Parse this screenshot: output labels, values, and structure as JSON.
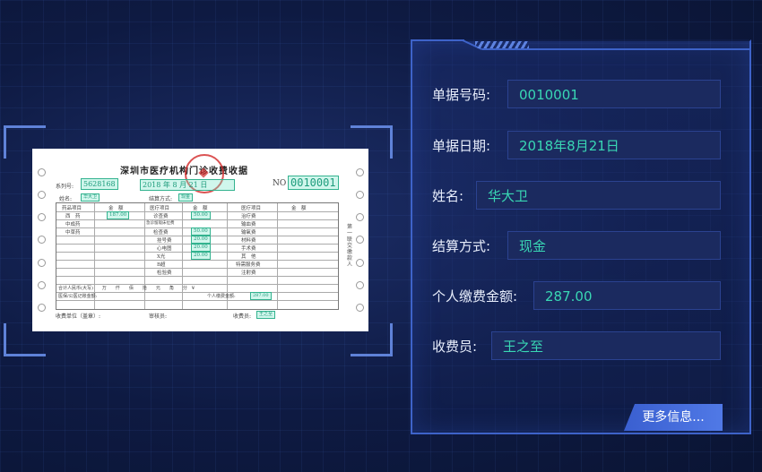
{
  "receipt": {
    "title": "深圳市医疗机构门诊收费收据",
    "serial_label": "系列号:",
    "serial_value": "5628168",
    "date_value": "2018 年 8 月 21 日",
    "no_label": "NO",
    "no_value": "0010001",
    "name_label": "姓名:",
    "name_value": "华大卫",
    "settle_label": "结算方式:",
    "settle_value": "现金",
    "headers": [
      "药品项目",
      "金　额",
      "医疗项目",
      "金　额",
      "医疗项目",
      "金　额"
    ],
    "col1_items": [
      "西　药",
      "中成药",
      "中草药"
    ],
    "col1_value": "187.00",
    "col3_items": [
      "诊查费",
      "急诊留观床位费",
      "检查费",
      "挂号费",
      "心电图",
      "X光",
      "B超",
      "检验费"
    ],
    "col3_values": [
      "50.00",
      "50.00",
      "20.00",
      "20.00",
      "20.00"
    ],
    "col5_items": [
      "治疗费",
      "输血费",
      "输氧费",
      "材料费",
      "手术费",
      "其　他",
      "特需服务费",
      "注射费"
    ],
    "total_label": "合计人民币(大写)　　万　　仟　　佰　　拾　　元　　角　　分　¥",
    "insurance_label": "医保/公医记账金额:",
    "personal_label": "个人缴费金额:",
    "personal_value": "287.00",
    "unit_label": "收费单位（盖章）:",
    "reviewer_label": "审核员:",
    "collector_label": "收费员:",
    "collector_value": "王之至",
    "side_text": "第一联　交缴款人"
  },
  "fields": [
    {
      "label": "单据号码:",
      "value": "0010001"
    },
    {
      "label": "单据日期:",
      "value": "2018年8月21日"
    },
    {
      "label": "姓名:",
      "value": "华大卫"
    },
    {
      "label": "结算方式:",
      "value": "现金"
    },
    {
      "label": "个人缴费金额:",
      "value": "287.00"
    },
    {
      "label": "收费员:",
      "value": "王之至"
    }
  ],
  "more_button": "更多信息..."
}
